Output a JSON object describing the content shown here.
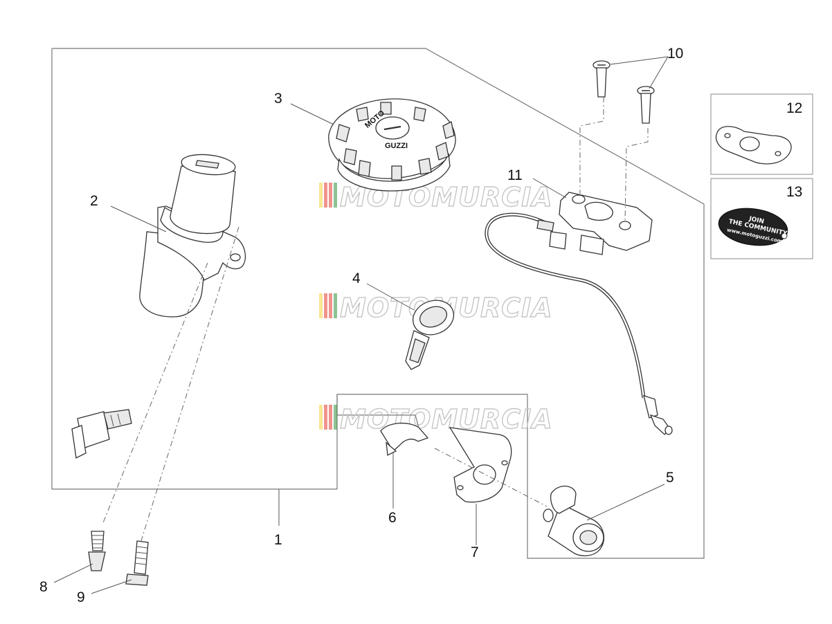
{
  "callouts": {
    "c1": "1",
    "c2": "2",
    "c3": "3",
    "c4": "4",
    "c5": "5",
    "c6": "6",
    "c7": "7",
    "c8": "8",
    "c9": "9",
    "c10": "10",
    "c11": "11",
    "c12": "12",
    "c13": "13"
  },
  "watermark": {
    "text": "MOTOMURCIA",
    "stripe_colors": [
      "#f2d23a",
      "#e33b2e",
      "#e33b2e",
      "#2f8f3a"
    ]
  },
  "cap_lettering": {
    "moto": "MOTO",
    "guzzi": "GUZZI"
  },
  "sticker": {
    "line1": "JOIN",
    "line2": "THE COMMUNITY",
    "line3": "www.motoguzzi.com"
  },
  "colors": {
    "line": "#333333",
    "frame": "#777777",
    "watermark": "#c6c6c6"
  }
}
